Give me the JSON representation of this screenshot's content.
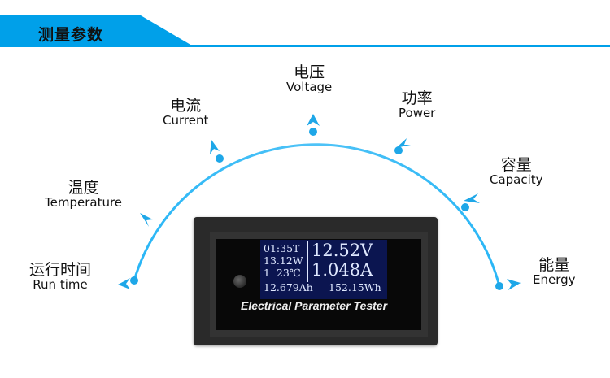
{
  "header": {
    "title": "测量参数",
    "accent": "#00a0e9"
  },
  "parameters": [
    {
      "cn": "运行时间",
      "en": "Run time"
    },
    {
      "cn": "温度",
      "en": "Temperature"
    },
    {
      "cn": "电流",
      "en": "Current"
    },
    {
      "cn": "电压",
      "en": "Voltage"
    },
    {
      "cn": "功率",
      "en": "Power"
    },
    {
      "cn": "容量",
      "en": "Capacity"
    },
    {
      "cn": "能量",
      "en": "Energy"
    }
  ],
  "device": {
    "brand": "Electrical Parameter Tester",
    "display": {
      "time": "01:35T",
      "power": "13.12W",
      "channel_temp": "1  23℃",
      "voltage": "12.52V",
      "current": "1.048A",
      "capacity": "12.679Ah",
      "energy": "152.15Wh"
    }
  }
}
